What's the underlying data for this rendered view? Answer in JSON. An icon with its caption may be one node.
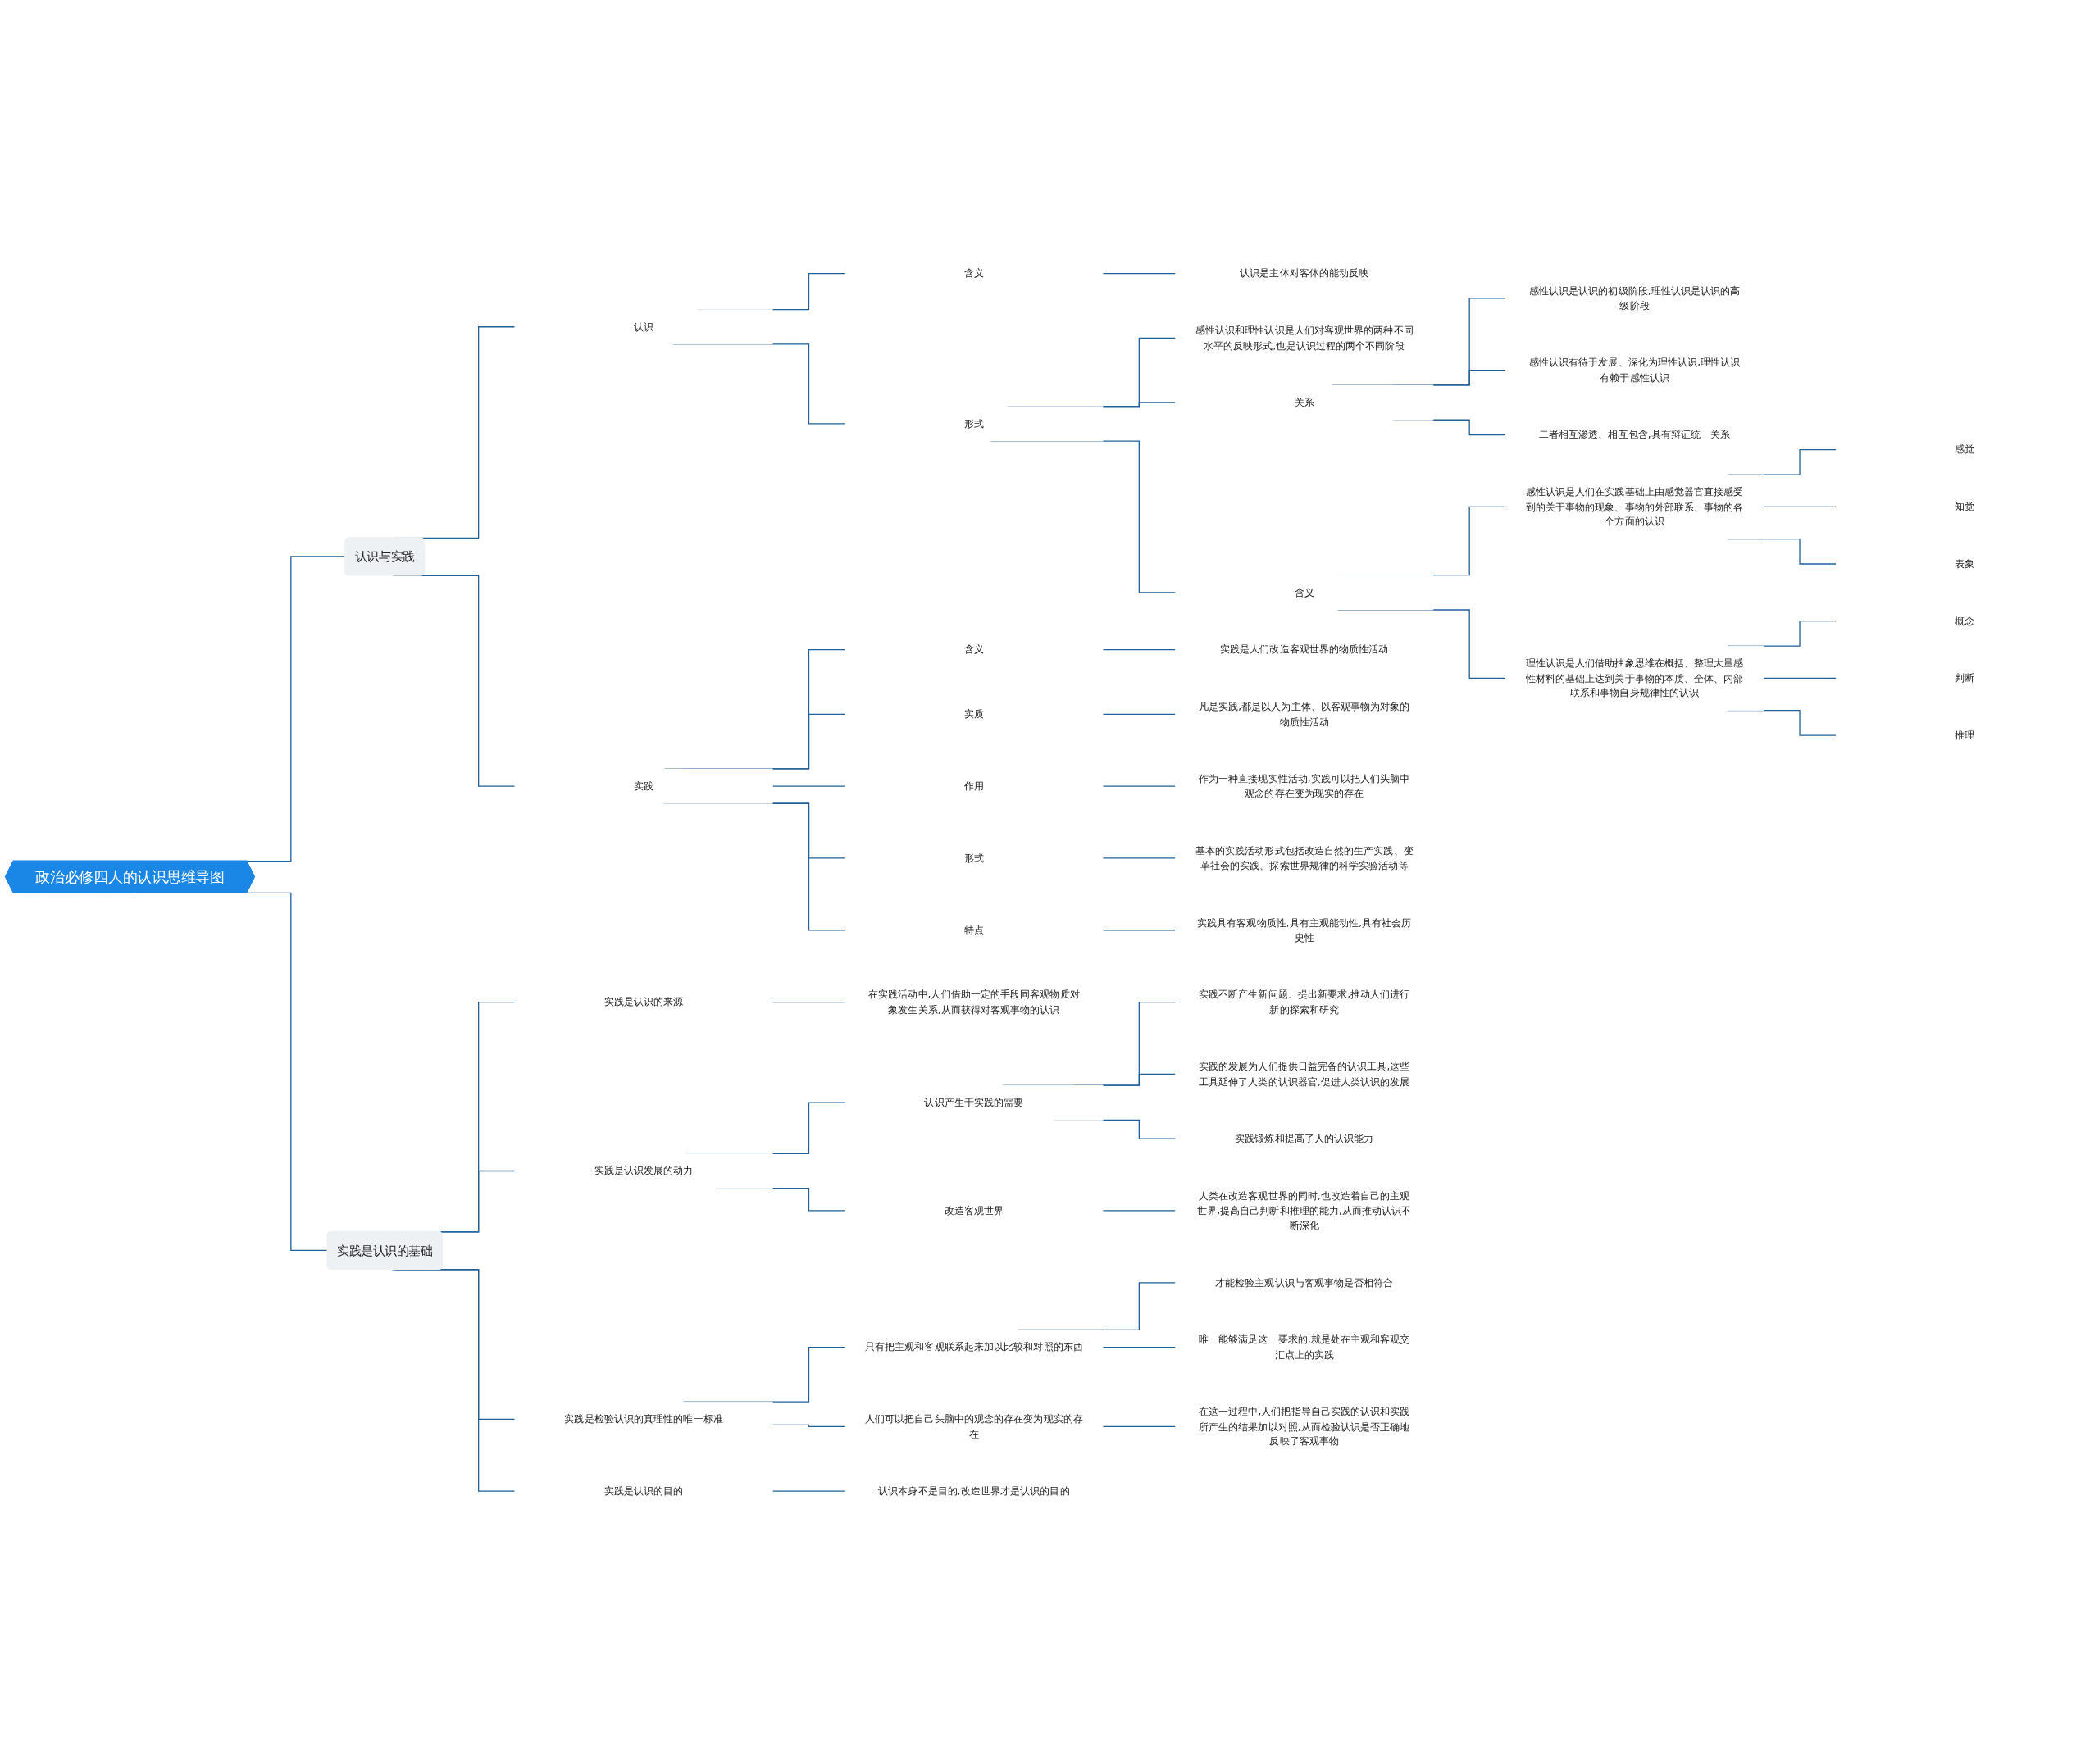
{
  "diagram": {
    "nodes": [
      {
        "text": [
          "政治必修四人的认识思维导图"
        ]
      },
      {
        "text": [
          "认识与实践"
        ]
      },
      {
        "text": [
          "认识"
        ]
      },
      {
        "text": [
          "含义"
        ]
      },
      {
        "text": [
          "认识是主体对客体的能动反映"
        ]
      },
      {
        "text": [
          "形式"
        ]
      },
      {
        "text": [
          "感性认识和理性认识是人们对客观世界的两种不同水平的反映形式,也是认识过程的两个不同阶段"
        ]
      },
      {
        "text": [
          "关系"
        ]
      },
      {
        "text": [
          "感性认识是认识的初级阶段,理性认识是认识的高级阶段"
        ]
      },
      {
        "text": [
          "感性认识有待于发展、深化为理性认识,理性认识有赖于感性认识"
        ]
      },
      {
        "text": [
          "二者相互渗透、相互包含,具有辩证统一关系"
        ]
      },
      {
        "text": [
          "含义"
        ]
      },
      {
        "text": [
          "感性认识是人们在实践基础上由感觉器官直接感受到的关于事物的现象、事物的外部联系、事物的各个方面的认识"
        ]
      },
      {
        "text": [
          "感觉"
        ]
      },
      {
        "text": [
          "知觉"
        ]
      },
      {
        "text": [
          "表象"
        ]
      },
      {
        "text": [
          "理性认识是人们借助抽象思维在概括、整理大量感性材料的基础上达到关于事物的本质、全体、内部联系和事物自身规律性的认识"
        ]
      },
      {
        "text": [
          "概念"
        ]
      },
      {
        "text": [
          "判断"
        ]
      },
      {
        "text": [
          "推理"
        ]
      },
      {
        "text": [
          "实践"
        ]
      },
      {
        "text": [
          "含义"
        ]
      },
      {
        "text": [
          "实践是人们改造客观世界的物质性活动"
        ]
      },
      {
        "text": [
          "实质"
        ]
      },
      {
        "text": [
          "凡是实践,都是以人为主体、以客观事物为对象的物质性活动"
        ]
      },
      {
        "text": [
          "作用"
        ]
      },
      {
        "text": [
          "作为一种直接现实性活动,实践可以把人们头脑中观念的存在变为现实的存在"
        ]
      },
      {
        "text": [
          "形式"
        ]
      },
      {
        "text": [
          "基本的实践活动形式包括改造自然的生产实践、变革社会的实践、探索世界规律的科学实验活动等"
        ]
      },
      {
        "text": [
          "特点"
        ]
      },
      {
        "text": [
          "实践具有客观物质性,具有主观能动性,具有社会历史性"
        ]
      },
      {
        "text": [
          "实践是认识的基础"
        ]
      },
      {
        "text": [
          "实践是认识的来源"
        ]
      },
      {
        "text": [
          "在实践活动中,人们借助一定的手段同客观物质对象发生关系,从而获得对客观事物的认识"
        ]
      },
      {
        "text": [
          "实践是认识发展的动力"
        ]
      },
      {
        "text": [
          "认识产生于实践的需要"
        ]
      },
      {
        "text": [
          "实践不断产生新问题、提出新要求,推动人们进行新的探索和研究"
        ]
      },
      {
        "text": [
          "实践的发展为人们提供日益完备的认识工具,这些工具延伸了人类的认识器官,促进人类认识的发展"
        ]
      },
      {
        "text": [
          "实践锻炼和提高了人的认识能力"
        ]
      },
      {
        "text": [
          "改造客观世界"
        ]
      },
      {
        "text": [
          "人类在改造客观世界的同时,也改造着自己的主观世界,提高自己判断和推理的能力,从而推动认识不断深化"
        ]
      },
      {
        "text": [
          "实践是检验认识的真理性的唯一标准"
        ]
      },
      {
        "text": [
          "只有把主观和客观联系起来加以比较和对照的东西"
        ]
      },
      {
        "text": [
          "才能检验主观认识与客观事物是否相符合"
        ]
      },
      {
        "text": [
          "唯一能够满足这一要求的,就是处在主观和客观交汇点上的实践"
        ]
      },
      {
        "text": [
          "人们可以把自己头脑中的观念的存在变为现实的存在"
        ]
      },
      {
        "text": [
          "在这一过程中,人们把指导自己实践的认识和实践所产生的结果加以对照,从而检验认识是否正确地反映了客观事物"
        ]
      },
      {
        "text": [
          "实践是认识的目的"
        ]
      },
      {
        "text": [
          "认识本身不是目的,改造世界才是认识的目的"
        ]
      }
    ],
    "edges": [
      {
        "from": 0,
        "to": 1,
        "arrow": "none"
      },
      {
        "from": 1,
        "to": 2,
        "arrow": "none"
      },
      {
        "from": 2,
        "to": 3,
        "arrow": "none"
      },
      {
        "from": 3,
        "to": 4,
        "arrow": "none"
      },
      {
        "from": 2,
        "to": 5,
        "arrow": "none"
      },
      {
        "from": 5,
        "to": 6,
        "arrow": "none"
      },
      {
        "from": 5,
        "to": 7,
        "arrow": "none"
      },
      {
        "from": 7,
        "to": 8,
        "arrow": "none"
      },
      {
        "from": 7,
        "to": 9,
        "arrow": "none"
      },
      {
        "from": 7,
        "to": 10,
        "arrow": "none"
      },
      {
        "from": 5,
        "to": 11,
        "arrow": "none"
      },
      {
        "from": 11,
        "to": 12,
        "arrow": "none"
      },
      {
        "from": 12,
        "to": 13,
        "arrow": "none"
      },
      {
        "from": 12,
        "to": 14,
        "arrow": "none"
      },
      {
        "from": 12,
        "to": 15,
        "arrow": "none"
      },
      {
        "from": 11,
        "to": 16,
        "arrow": "none"
      },
      {
        "from": 16,
        "to": 17,
        "arrow": "none"
      },
      {
        "from": 16,
        "to": 18,
        "arrow": "none"
      },
      {
        "from": 16,
        "to": 19,
        "arrow": "none"
      },
      {
        "from": 1,
        "to": 20,
        "arrow": "none"
      },
      {
        "from": 20,
        "to": 21,
        "arrow": "none"
      },
      {
        "from": 21,
        "to": 22,
        "arrow": "none"
      },
      {
        "from": 20,
        "to": 23,
        "arrow": "none"
      },
      {
        "from": 23,
        "to": 24,
        "arrow": "none"
      },
      {
        "from": 20,
        "to": 25,
        "arrow": "none"
      },
      {
        "from": 25,
        "to": 26,
        "arrow": "none"
      },
      {
        "from": 20,
        "to": 27,
        "arrow": "none"
      },
      {
        "from": 27,
        "to": 28,
        "arrow": "none"
      },
      {
        "from": 20,
        "to": 29,
        "arrow": "none"
      },
      {
        "from": 29,
        "to": 30,
        "arrow": "none"
      },
      {
        "from": 0,
        "to": 31,
        "arrow": "none"
      },
      {
        "from": 31,
        "to": 32,
        "arrow": "none"
      },
      {
        "from": 32,
        "to": 33,
        "arrow": "none"
      },
      {
        "from": 31,
        "to": 34,
        "arrow": "none"
      },
      {
        "from": 34,
        "to": 35,
        "arrow": "none"
      },
      {
        "from": 35,
        "to": 36,
        "arrow": "none"
      },
      {
        "from": 35,
        "to": 37,
        "arrow": "none"
      },
      {
        "from": 35,
        "to": 38,
        "arrow": "none"
      },
      {
        "from": 34,
        "to": 39,
        "arrow": "none"
      },
      {
        "from": 39,
        "to": 40,
        "arrow": "none"
      },
      {
        "from": 31,
        "to": 41,
        "arrow": "none"
      },
      {
        "from": 41,
        "to": 42,
        "arrow": "none"
      },
      {
        "from": 42,
        "to": 43,
        "arrow": "none"
      },
      {
        "from": 42,
        "to": 44,
        "arrow": "none"
      },
      {
        "from": 41,
        "to": 45,
        "arrow": "none"
      },
      {
        "from": 45,
        "to": 46,
        "arrow": "none"
      },
      {
        "from": 31,
        "to": 47,
        "arrow": "none"
      },
      {
        "from": 47,
        "to": 48,
        "arrow": "none"
      }
    ]
  }
}
